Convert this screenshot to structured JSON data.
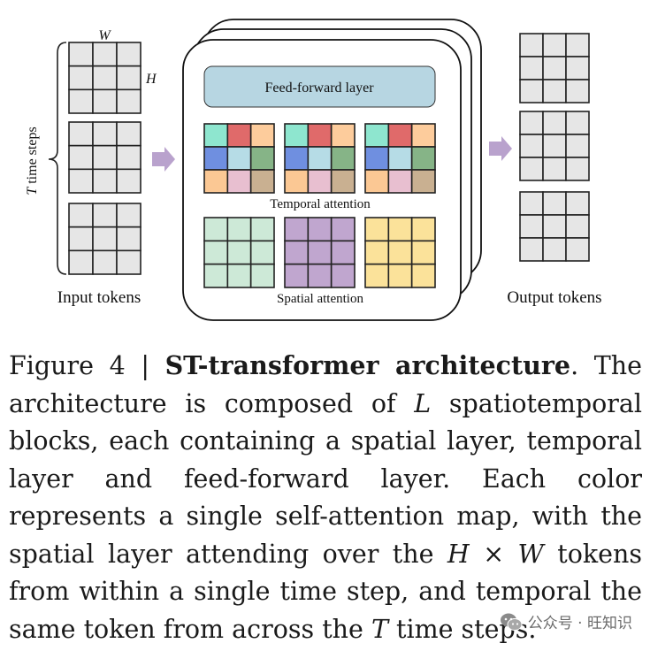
{
  "labels": {
    "w": "W",
    "h": "H",
    "t": "T",
    "time_steps": " time steps",
    "input_tokens": "Input tokens",
    "output_tokens": "Output tokens",
    "ff_layer": "Feed-forward layer",
    "temporal_attention": "Temporal attention",
    "spatial_attention": "Spatial attention"
  },
  "caption": {
    "figure_label": "Figure 4 | ",
    "title": "ST-transformer architecture",
    "text_1": ". The architecture is composed of ",
    "var_l": "L",
    "text_2": " spatiotemporal blocks, each containing a spatial layer, temporal layer and feed-forward layer. Each color represents a single self-attention map, with the spatial layer attending over the ",
    "var_h": "H",
    "times": " × ",
    "var_w": "W",
    "text_3": " tokens from within a single time step, and temporal the same token from across the ",
    "var_t": "T",
    "text_4": " time steps."
  },
  "watermark": {
    "text": "公众号 · 旺知识"
  },
  "colors": {
    "grid_fill": "#e6e6e6",
    "ff_fill": "#b7d6e2",
    "arrow": "#b9a2cd",
    "temporal_cells": [
      "#8ee6cf",
      "#e06a6a",
      "#fdcc9c",
      "#6f8fe0",
      "#b6dce6",
      "#86b487",
      "#fbc894",
      "#e8bfd0",
      "#c9b091"
    ],
    "spatial_fills": [
      "#cde9d7",
      "#c0a6cf",
      "#fbe29a"
    ]
  }
}
